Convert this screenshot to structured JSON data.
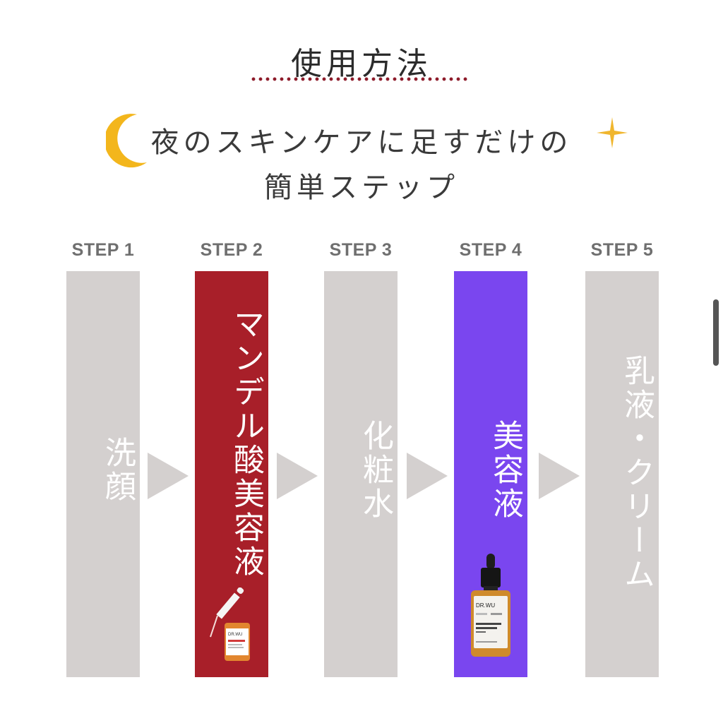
{
  "header": {
    "title": "使用方法",
    "subtitle_line1": "夜のスキンケアに足すだけの",
    "subtitle_line2": "簡単ステップ"
  },
  "steps": [
    {
      "label": "STEP 1",
      "text": "洗顔"
    },
    {
      "label": "STEP 2",
      "text": "マンデル酸美容液"
    },
    {
      "label": "STEP 3",
      "text": "化粧水"
    },
    {
      "label": "STEP 4",
      "text": "美容液"
    },
    {
      "label": "STEP 5",
      "text": "乳液・クリーム"
    }
  ],
  "products": {
    "step2_brand": "DR.WU",
    "step4_brand": "DR.WU"
  },
  "colors": {
    "step_default": "#d4d0cf",
    "step2_accent": "#a81f29",
    "step4_accent": "#7a46ef",
    "title_dots": "#8e1b2a",
    "moon": "#f3b61c",
    "sparkle": "#f0b62e"
  },
  "icons": [
    "moon-icon",
    "sparkle-icon",
    "dropper-bottle-image",
    "serum-bottle-image"
  ]
}
